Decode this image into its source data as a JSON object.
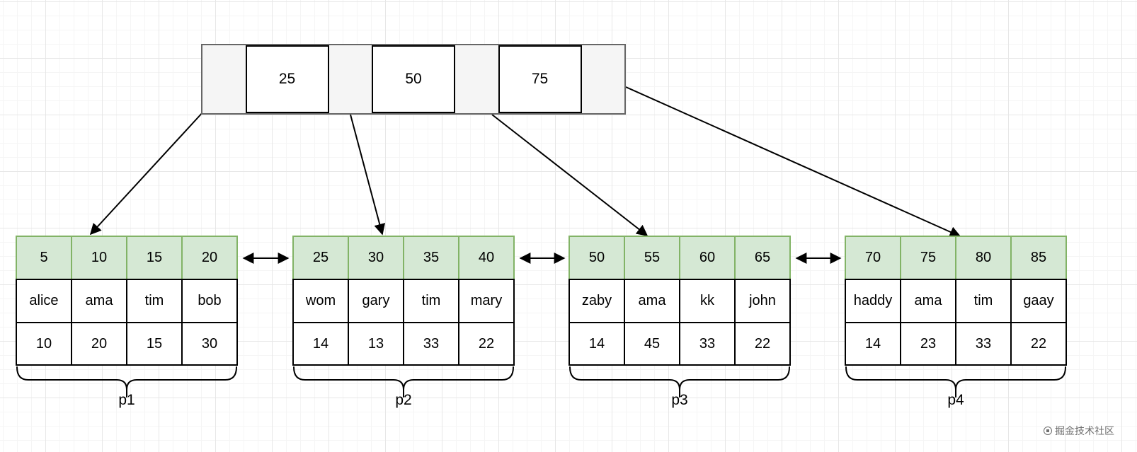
{
  "diagram": {
    "kind": "bplus-tree-index",
    "root_node": {
      "keys": [
        "25",
        "50",
        "75"
      ]
    },
    "pages": [
      {
        "label": "p1",
        "keys": [
          "5",
          "10",
          "15",
          "20"
        ],
        "names": [
          "alice",
          "ama",
          "tim",
          "bob"
        ],
        "values": [
          "10",
          "20",
          "15",
          "30"
        ]
      },
      {
        "label": "p2",
        "keys": [
          "25",
          "30",
          "35",
          "40"
        ],
        "names": [
          "wom",
          "gary",
          "tim",
          "mary"
        ],
        "values": [
          "14",
          "13",
          "33",
          "22"
        ]
      },
      {
        "label": "p3",
        "keys": [
          "50",
          "55",
          "60",
          "65"
        ],
        "names": [
          "zaby",
          "ama",
          "kk",
          "john"
        ],
        "values": [
          "14",
          "45",
          "33",
          "22"
        ]
      },
      {
        "label": "p4",
        "keys": [
          "70",
          "75",
          "80",
          "85"
        ],
        "names": [
          "haddy",
          "ama",
          "tim",
          "gaay"
        ],
        "values": [
          "14",
          "23",
          "33",
          "22"
        ]
      }
    ]
  },
  "watermark": {
    "logo": "juejin-logo",
    "text": "掘金技术社区"
  },
  "colors": {
    "header_fill": "#d5e8d4",
    "header_border": "#82b366",
    "pointer_fill": "#f5f5f5",
    "pointer_border": "#666666",
    "cell_border": "#000000",
    "arrow": "#000000",
    "grid_major": "#e7e7e7",
    "grid_minor": "#f5f5f5"
  }
}
